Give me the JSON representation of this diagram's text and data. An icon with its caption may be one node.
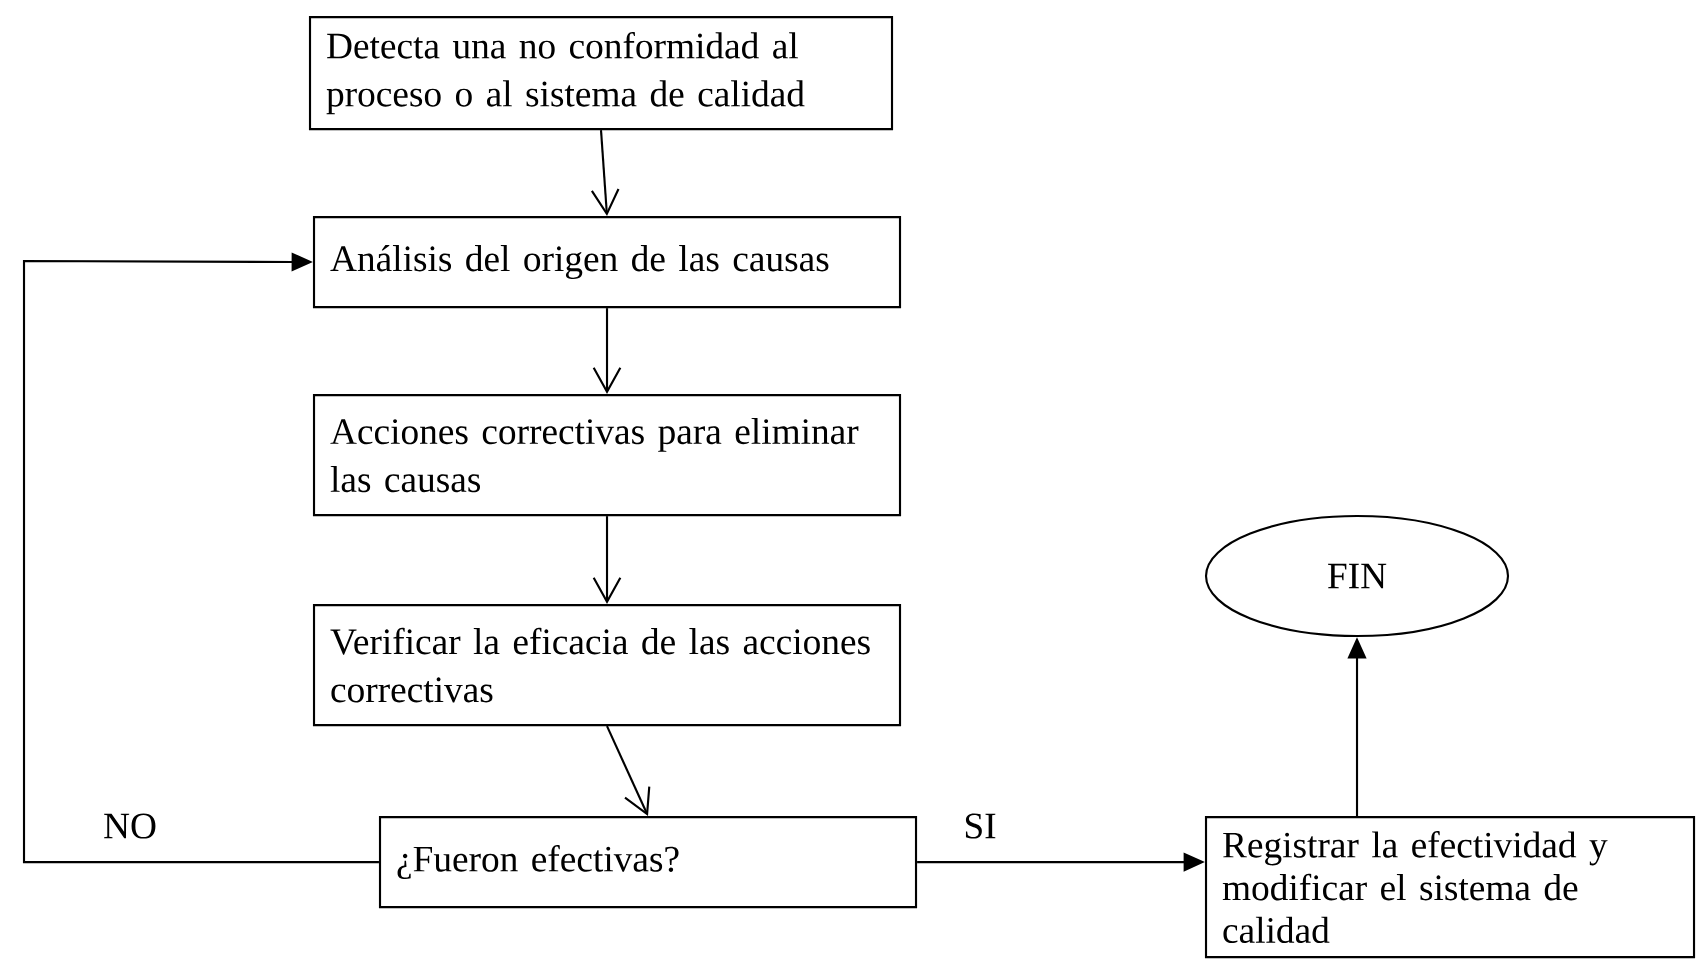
{
  "diagram": {
    "nodes": [
      {
        "text": [
          "Detecta una no conformidad al proceso o al sistema de calidad"
        ]
      },
      {
        "text": [
          "Análisis del origen de las causas"
        ]
      },
      {
        "text": [
          "Acciones correctivas para eliminar las  causas"
        ]
      },
      {
        "text": [
          "Verificar la eficacia de las acciones correctivas"
        ]
      },
      {
        "text": [
          "¿Fueron efectivas?"
        ]
      },
      {
        "text": [
          "FIN"
        ]
      },
      {
        "text": [
          "Registrar la efectividad y modificar el sistema de calidad"
        ]
      }
    ],
    "edges": [
      {
        "from": 0,
        "to": 1,
        "arrow": "to"
      },
      {
        "from": 1,
        "to": 2,
        "arrow": "to"
      },
      {
        "from": 2,
        "to": 3,
        "arrow": "to"
      },
      {
        "from": 3,
        "to": 4,
        "arrow": "to"
      },
      {
        "from": 4,
        "to": 1,
        "arrow": "to",
        "label": "NO"
      },
      {
        "from": 4,
        "to": 6,
        "arrow": "to",
        "label": "SI"
      },
      {
        "from": 6,
        "to": 5,
        "arrow": "to"
      }
    ]
  }
}
